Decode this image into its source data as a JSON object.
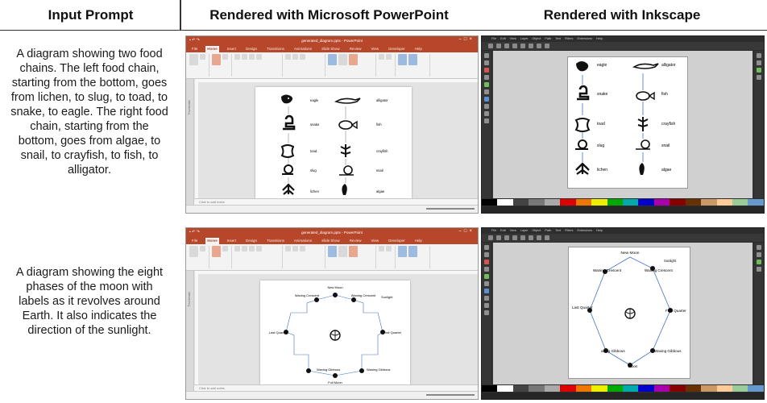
{
  "headers": {
    "col1": "Input Prompt",
    "col2": "Rendered with Microsoft PowerPoint",
    "col3": "Rendered with Inkscape"
  },
  "prompts": [
    "A diagram showing two food chains. The left food chain, starting from the bottom, goes from lichen, to slug, to toad, to snake, to eagle. The right food chain, starting from the bottom, goes from algae, to snail, to crayfish, to fish, to alligator.",
    "A diagram showing the eight phases of the moon with labels as it revolves around Earth. It also indicates the direction of the sunlight."
  ],
  "food_chain": {
    "left": [
      "eagle",
      "snake",
      "toad",
      "slug",
      "lichen"
    ],
    "right": [
      "alligator",
      "fish",
      "crayfish",
      "snail",
      "algae"
    ]
  },
  "moon_ppt": {
    "new": "New Moon",
    "waxing_crescent": "Waxing Crescent",
    "waning_crescent": "Waning Crescent",
    "sunlight": "Sunlight",
    "last_quarter": "Last Quarter",
    "first_quarter": "First Quarter",
    "waxing_gibbous": "Waxing Gibbous",
    "waning_gibbous": "Waning Gibbous",
    "full": "Full Moon"
  },
  "moon_ink": {
    "new": "New Moon",
    "sunlight": "Sunlight",
    "waning_crescent": "Waning Crescent",
    "waxing_crescent": "Waxing Crescent",
    "last_quarter": "Last Quarter",
    "first_quarter": "First Quarter",
    "waning_gibbous": "aning Gibbous",
    "waxing_gibbous": "Waxing Gibbous",
    "full": "Moon"
  },
  "ppt_ui": {
    "tabs": [
      "File",
      "Home",
      "Insert",
      "Design",
      "Transitions",
      "Animations",
      "Slide Show",
      "Review",
      "View",
      "Developer",
      "Help"
    ],
    "notes": "Click to add notes",
    "window_title": "generated_diagram.pptx - PowerPoint"
  },
  "ink_ui": {
    "menu": [
      "File",
      "Edit",
      "View",
      "Layer",
      "Object",
      "Path",
      "Text",
      "Filters",
      "Extensions",
      "Help"
    ]
  },
  "colors": {
    "ppt_accent": "#b7472a",
    "ink_dark": "#3b3b3b",
    "arrow_blue": "#4472c4"
  },
  "icons": [
    "eagle-icon",
    "snake-icon",
    "toad-icon",
    "slug-icon",
    "lichen-icon",
    "alligator-icon",
    "fish-icon",
    "crayfish-icon",
    "snail-icon",
    "algae-icon",
    "moon-icon",
    "earth-icon"
  ]
}
